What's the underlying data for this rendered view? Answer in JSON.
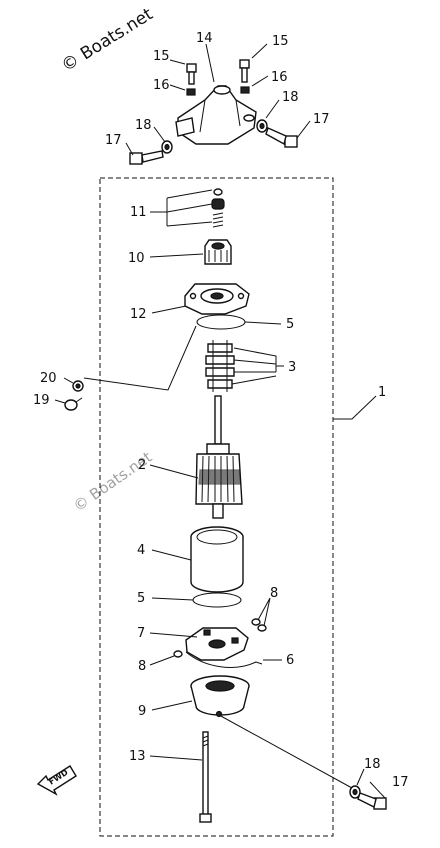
{
  "watermark": {
    "top": "© Boats.net",
    "middle": "© Boats.net"
  },
  "fwd_label": "FWD",
  "callouts": {
    "n1": "1",
    "n2": "2",
    "n3": "3",
    "n4": "4",
    "n5a": "5",
    "n5b": "5",
    "n6": "6",
    "n7": "7",
    "n8a": "8",
    "n8b": "8",
    "n9": "9",
    "n10": "10",
    "n11": "11",
    "n12": "12",
    "n13": "13",
    "n14": "14",
    "n15a": "15",
    "n15b": "15",
    "n16a": "16",
    "n16b": "16",
    "n17a": "17",
    "n17b": "17",
    "n17c": "17",
    "n18a": "18",
    "n18b": "18",
    "n18c": "18",
    "n19": "19",
    "n20": "20"
  }
}
